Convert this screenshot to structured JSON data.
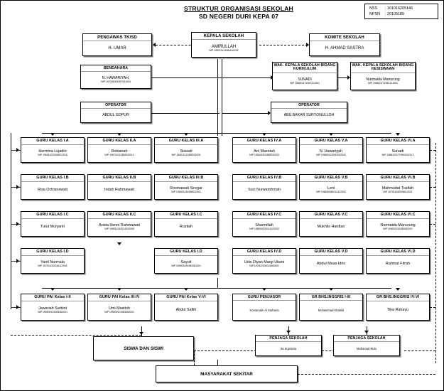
{
  "title": {
    "line1": "STRUKTUR ORGANISASI  SEKOLAH",
    "line2": "SD NEGERI DURI KEPA 07"
  },
  "ids": {
    "nss_key": "NSS",
    "nss_sep": ": 101016205146",
    "npsn_key": "NPSN",
    "npsn_sep": ": 20105189"
  },
  "top": {
    "pengawas": {
      "title": "PENGAWAS TK/SD",
      "name": "H. UMAR",
      "nip": ""
    },
    "kepala": {
      "title": "KEPALA SEKOLAH",
      "name": "AMIRULLAH",
      "nip": "NIP 196211141984041002"
    },
    "komite": {
      "title": "KOMITE SEKOLAH",
      "name": "H. AHMAD SASTRA",
      "nip": ""
    },
    "bendahara": {
      "title": "BENDAHARA",
      "name": "N. HAWARIYAH,",
      "nip": "NIP 197205091997031004"
    },
    "wakil_kurikulum": {
      "title": "WAK. KEPALA SEKOLAH BIDANG KURIKULUM",
      "name": "SUNADI",
      "nip": "NIP 196810171992121001"
    },
    "wakil_kesiswaan": {
      "title": "WAK. KEPALA SEKOLAH BIDANG KESISWAAN",
      "name": "Nurmaida Manurung",
      "nip": "NIP 196810171992121001"
    },
    "operator_left": {
      "title": "OPERATOR",
      "name": "ABDUL GOPUR",
      "nip": ""
    },
    "operator_right": {
      "title": "OPERATOR",
      "name": "ABU BAKAR SURYONULLOH",
      "nip": ""
    }
  },
  "teacher_rows": [
    {
      "row": "A",
      "cells": [
        {
          "title": "GURU KELAS I.A",
          "name": "Hermina Lujattin",
          "nip": "NIP 196911022008012016"
        },
        {
          "title": "GURU KELAS II.A",
          "name": "Robianah",
          "nip": "NIP 196704211989032012"
        },
        {
          "title": "GURU KELAS III.A",
          "name": "Siswati",
          "nip": "NIP 196011111985032002"
        },
        {
          "title": "GURU KELAS IV.A",
          "name": "Ani Masniah",
          "nip": "NIP 196403301985032003"
        },
        {
          "title": "GURU KELAS V.A",
          "name": "N. Hawariyah",
          "nip": "NIP 196809101992032002"
        },
        {
          "title": "GURU KELAS VI.A",
          "name": "Sunadi",
          "nip": "NIP 196810317199202100 3"
        }
      ]
    },
    {
      "row": "B",
      "cells": [
        {
          "title": "GURU KELAS I.B",
          "name": "Risa Octrisnawati",
          "nip": ""
        },
        {
          "title": "GURU KELAS II.B",
          "name": "Indah Rahmawati",
          "nip": ""
        },
        {
          "title": "GURU KELAS III.B",
          "name": "Rosmawati Siregar",
          "nip": "NIP 196303181998032001"
        },
        {
          "title": "GURU KELAS IV.B",
          "name": "Suci Nurwarohmah",
          "nip": ""
        },
        {
          "title": "GURU KELAS V.B",
          "name": "Leni",
          "nip": "NIP 198405082014122002"
        },
        {
          "title": "GURU KELAS VI.B",
          "name": "Mahmudat Tusifah",
          "nip": "NIP 197911182008012021"
        }
      ]
    },
    {
      "row": "C",
      "cells": [
        {
          "title": "GURU KELAS I.C",
          "name": "Tutut Mulyanti",
          "nip": ""
        },
        {
          "title": "GURU KELAS II.C",
          "name": "Arista Henni Rahmawati",
          "nip": "NIP 198911242014032005"
        },
        {
          "title": "GURU KELAS I.C",
          "name": "Rustiah",
          "nip": ""
        },
        {
          "title": "GURU KELAS IV.C",
          "name": "Sharmillah",
          "nip": "NIP 198009202014122002"
        },
        {
          "title": "GURU KELAS V.C",
          "name": "Mukhlis Hardian",
          "nip": ""
        },
        {
          "title": "GURU KELAS VI.C",
          "name": "Nurmaida Manurung",
          "nip": "NIP 196503241985082001"
        }
      ]
    },
    {
      "row": "D",
      "cells": [
        {
          "title": "GURU KELAS I.D",
          "name": "Yanti Nurmala",
          "nip": "NIP 197011012016112001"
        },
        {
          "title": "",
          "name": "",
          "nip": ""
        },
        {
          "title": "GURU KELAS I.D",
          "name": "Sayuti",
          "nip": "NIP 195903181982061001"
        },
        {
          "title": "GURU KELAS IV.D",
          "name": "Unis Diyan Margi Utami",
          "nip": "NIP 197807302014082001"
        },
        {
          "title": "GURU KELAS V.D",
          "name": "Abdul Musa Idris",
          "nip": ""
        },
        {
          "title": "GURU KELAS VI.D",
          "name": "Rahmat Fitrah",
          "nip": ""
        }
      ]
    }
  ],
  "subject_row": {
    "cells": [
      {
        "title": "GURU PAI Kelas I-II",
        "name": "Jawariah Sarbini",
        "nip": "NIP 195909101983062001",
        "small": false
      },
      {
        "title": "GURU PAI Kelas III-IV",
        "name": "Umi Masitoh",
        "nip": "NIP 195909101983062001",
        "small": false
      },
      {
        "title": "GURU PAI Kelas V-VI",
        "name": "Abdul Safiih",
        "nip": "",
        "small": false
      },
      {
        "title": "GURU PENJASOR",
        "name": "Komarudin Al Sarbana",
        "nip": "",
        "small": true
      },
      {
        "title": "GR BHS.INGGRIS I-III",
        "name": "Muhammad Khabibi",
        "nip": "",
        "small": true
      },
      {
        "title": "GR BHS.INGGRIS IV-VI",
        "name": "Tika Rahayu",
        "nip": "",
        "small": false
      }
    ]
  },
  "bottom": {
    "siswa": {
      "title": "SISWA DAN SISWI"
    },
    "penjaga1": {
      "title": "PENJAGA SEKOLAH",
      "name": "Ita Supraina",
      "nip": ""
    },
    "penjaga2": {
      "title": "PENJAGA SEKOLAH",
      "name": "Muhamad Rido",
      "nip": ""
    },
    "masyarakat": {
      "title": "MASYARAKAT SEKITAR"
    }
  }
}
